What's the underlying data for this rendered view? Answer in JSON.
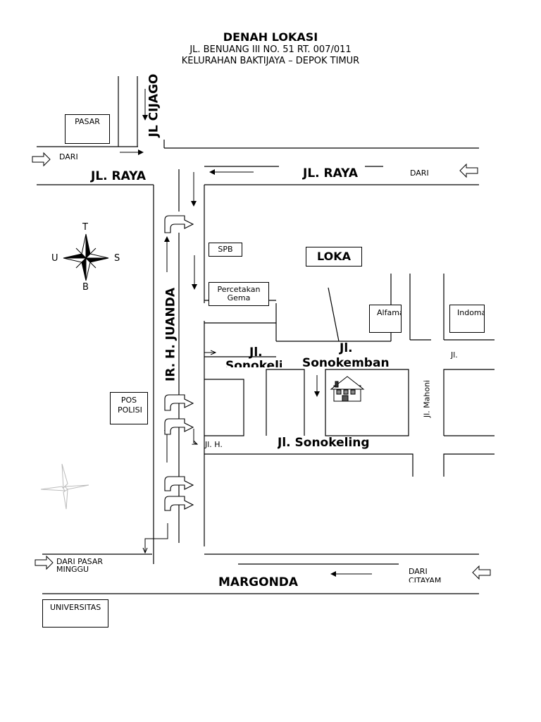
{
  "header": {
    "title": "DENAH LOKASI",
    "line1": "JL. BENUANG III NO. 51 RT. 007/011",
    "line2": "KELURAHAN BAKTIJAYA – DEPOK TIMUR"
  },
  "streets": {
    "cijago": "JL CIJAGO",
    "raya_left": "JL. RAYA",
    "raya_right": "JL. RAYA",
    "juanda": "IR. H. JUANDA",
    "sonokemban_top": "Jl.",
    "sonokemban_bottom": "Sonokemban",
    "sono_partial_top": "Jl.",
    "sono_partial_bottom": "Sonokeling",
    "mahoni": "Jl. Mahoni",
    "jl_right": "Jl.",
    "jl_h": "Jl. H.",
    "sonokeling": "Jl. Sonokeling",
    "margonda": "MARGONDA"
  },
  "places": {
    "pasar": "PASAR",
    "spb": "SPB",
    "lokasi": "LOKA",
    "percetakan": "Percetakan Gema",
    "alfamart": "Alfamart",
    "indomaret": "Indomaret",
    "polisi": "POS POLISI",
    "universitas": "UNIVERSITAS"
  },
  "directions": {
    "dari_left": "DARI",
    "dari_right": "DARI",
    "dari_pasar_minggu": "DARI PASAR MINGGU",
    "dari_citayam": "DARI CITAYAM"
  },
  "compass": {
    "north": "T",
    "south": "B",
    "west": "U",
    "east": "S"
  },
  "icons": [
    "compass-rose-icon",
    "house-icon",
    "faded-compass-icon",
    "u-turn-icon",
    "outline-arrow-icon"
  ]
}
